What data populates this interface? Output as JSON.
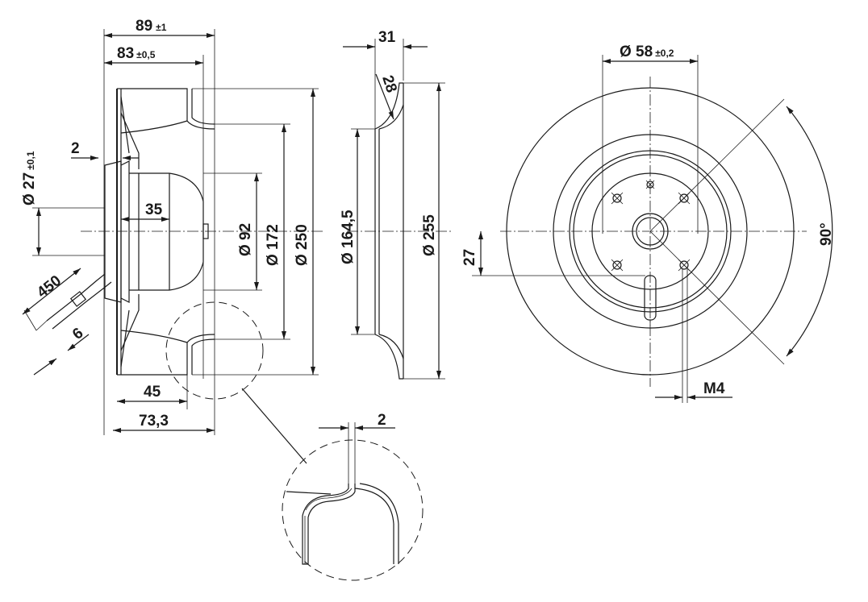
{
  "dimensions": {
    "overall_depth": {
      "value": "89",
      "tol": "±1"
    },
    "depth_83": {
      "value": "83",
      "tol": "±0,5"
    },
    "gap_2_left": "2",
    "hub_dia": {
      "value": "Ø 27",
      "tol": "±0,1"
    },
    "dim_35": "35",
    "dia_92": "Ø 92",
    "dia_172": "Ø 172",
    "dia_250": "Ø 250",
    "cable_len": "450",
    "cable_6": "6",
    "dim_45": "45",
    "dim_73": "73,3",
    "width_31": "31",
    "radius_28": "28",
    "dia_164": "Ø 164,5",
    "dia_255": "Ø 255",
    "bolt_circle": {
      "value": "Ø 58",
      "tol": "±0,2"
    },
    "offset_27": "27",
    "angle_90": "90°",
    "thread_m4": "M4",
    "detail_2": "2"
  }
}
